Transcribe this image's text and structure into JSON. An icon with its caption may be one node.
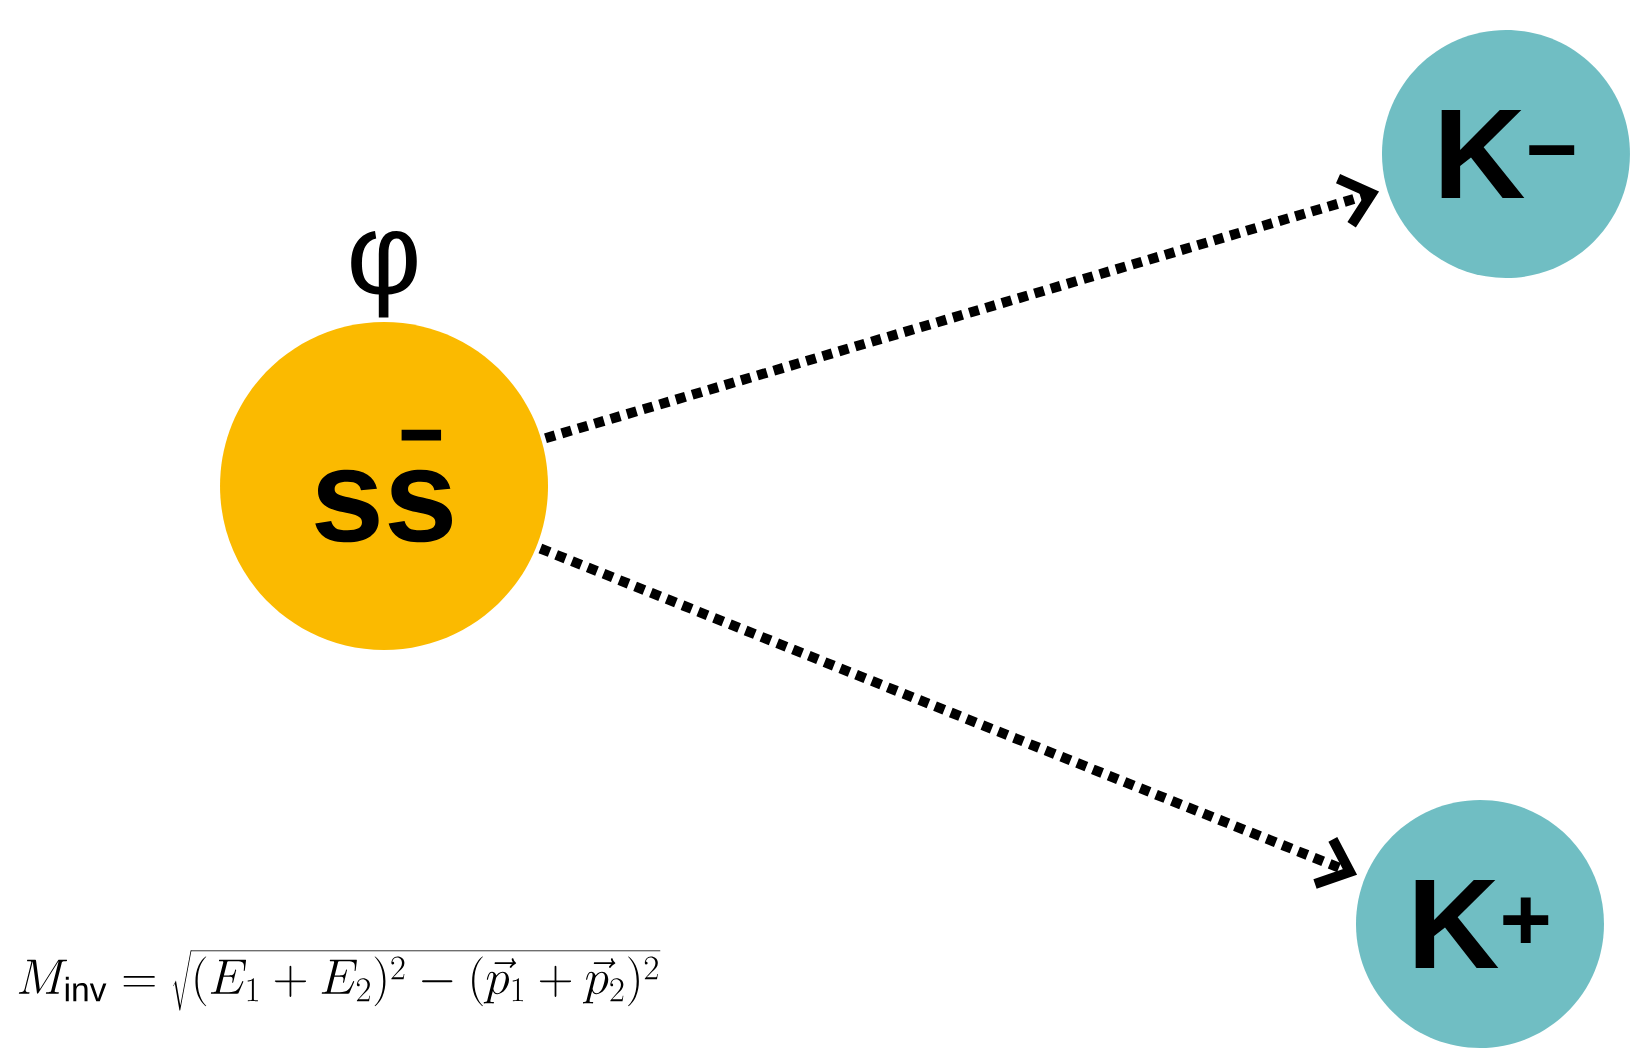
{
  "diagram": {
    "nodes": [
      {
        "text": [
          "ss̄"
        ],
        "beside": [
          "φ"
        ]
      },
      {
        "text": [
          "K$^{−}$"
        ]
      },
      {
        "text": [
          "K$^{+}$"
        ]
      }
    ],
    "edges": [
      {
        "from": 0,
        "to": 1,
        "arrow": "to",
        "style": "dashed"
      },
      {
        "from": 0,
        "to": 2,
        "arrow": "to",
        "style": "dashed"
      }
    ],
    "labels": [
      "M_{\\mathrm{inv}} = \\sqrt{(E_1+E_2)^2 - (\\vec{p}_1+\\vec{p}_2)^2}"
    ]
  }
}
